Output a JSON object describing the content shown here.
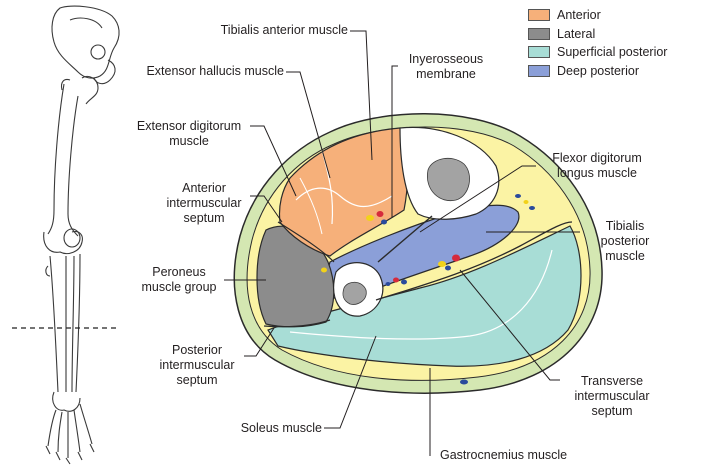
{
  "legend": [
    {
      "label": "Anterior",
      "color": "#f6b07a"
    },
    {
      "label": "Lateral",
      "color": "#8c8c8c"
    },
    {
      "label": "Superficial posterior",
      "color": "#a8ddd6"
    },
    {
      "label": "Deep posterior",
      "color": "#8b9fd8"
    }
  ],
  "labels": {
    "tibialis_anterior": "Tibialis anterior muscle",
    "extensor_hallucis": "Extensor hallucis muscle",
    "interosseous_membrane": "Inyerosseous\nmembrane",
    "extensor_digitorum": "Extensor digitorum\nmuscle",
    "flexor_digitorum": "Flexor digitorum\nlongus muscle",
    "anterior_septum": "Anterior\nintermuscular\nseptum",
    "tibialis_posterior": "Tibialis\nposterior\nmuscle",
    "peroneus": "Peroneus\nmuscle group",
    "posterior_septum": "Posterior\nintermuscular\nseptum",
    "transverse_septum": "Transverse\nintermuscular\nseptum",
    "soleus": "Soleus muscle",
    "gastrocnemius": "Gastrocnemius muscle"
  },
  "colors": {
    "skin": "#d4e7b2",
    "fat": "#fbf3a4",
    "outline": "#2b2b2b",
    "bone": "#a3a3a3",
    "bone_cortex": "#ffffff",
    "nerve_yellow": "#f2d21a",
    "vessel_red": "#d62a3c",
    "vessel_blue": "#2a4a9c"
  }
}
